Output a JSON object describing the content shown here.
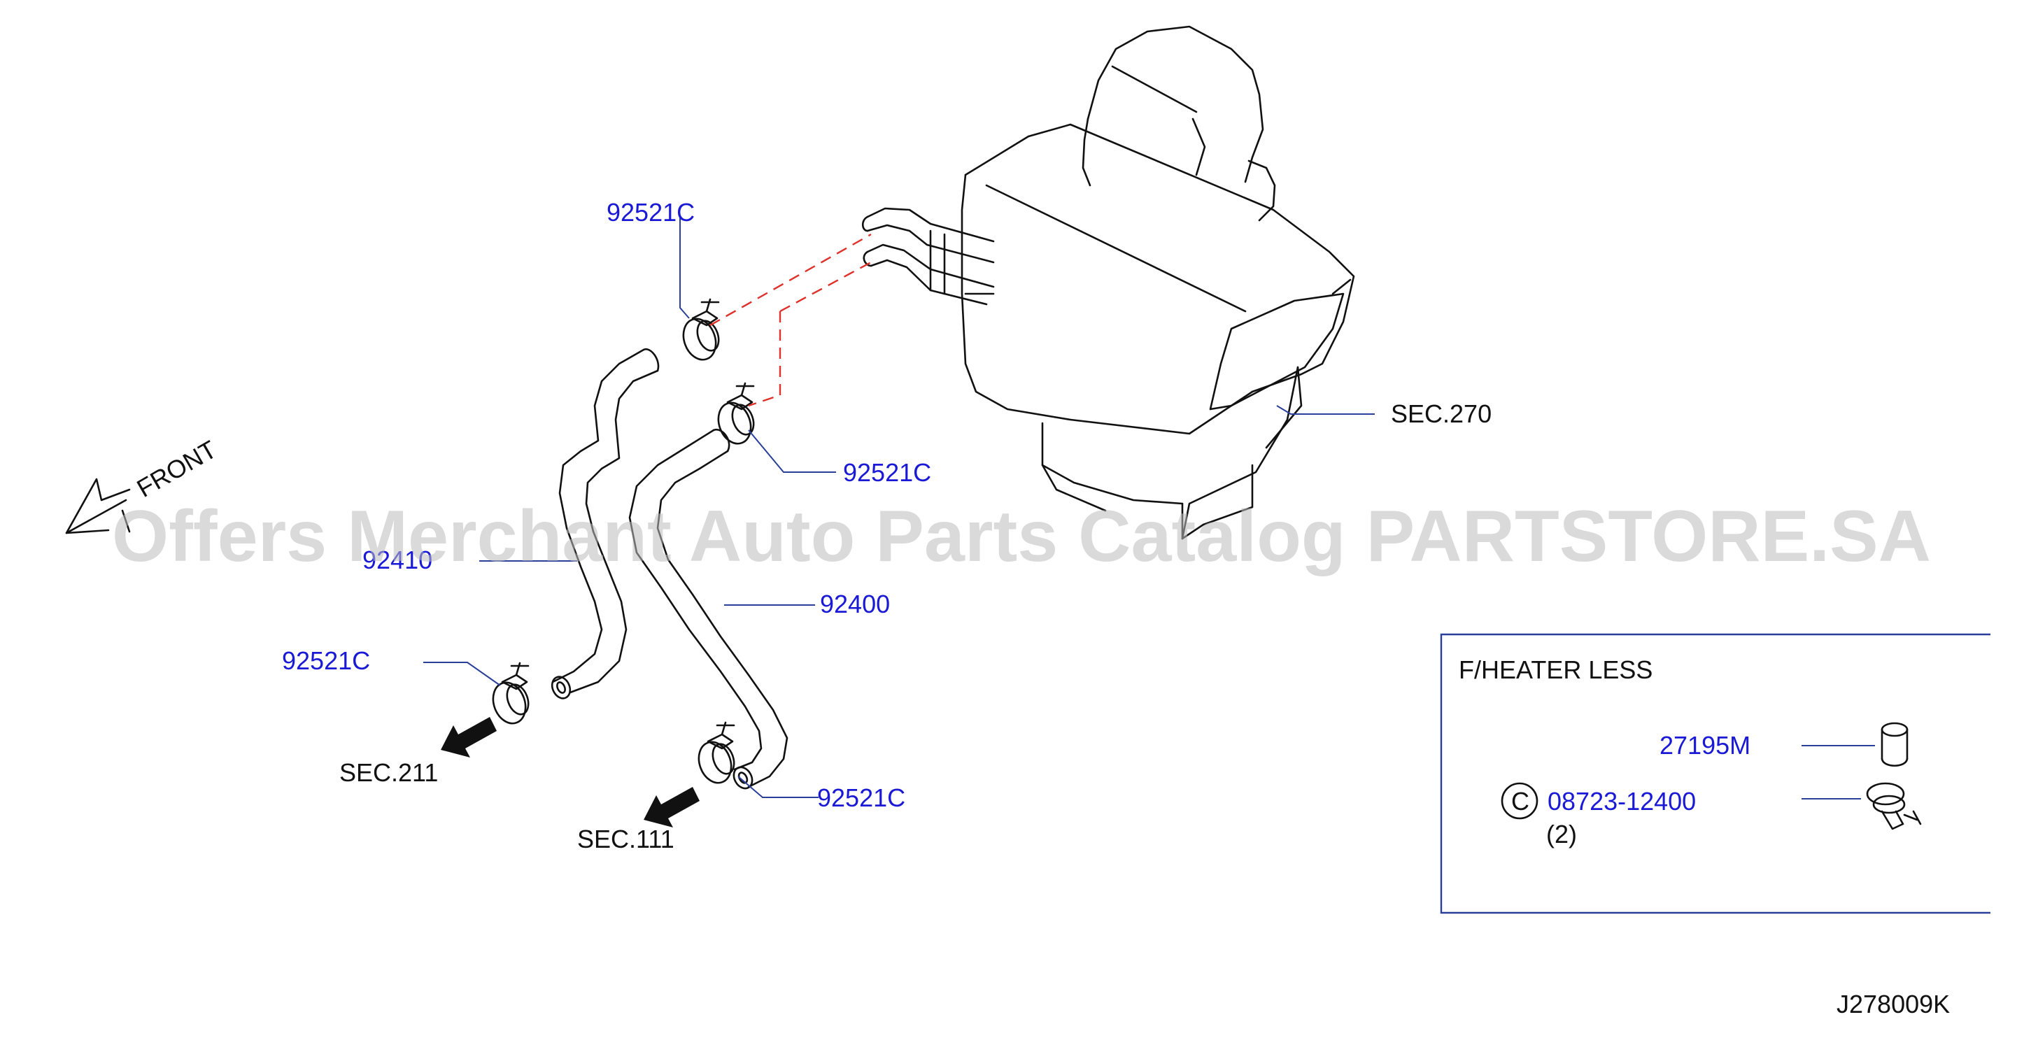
{
  "labels": {
    "clip_top": "92521C",
    "clip_mid": "92521C",
    "clip_left": "92521C",
    "clip_bottom": "92521C",
    "hose_left": "92410",
    "hose_right": "92400",
    "sec_270": "SEC.270",
    "sec_211": "SEC.211",
    "sec_111": "SEC.111",
    "front": "FRONT"
  },
  "inset": {
    "title": "F/HEATER   LESS",
    "part_cap": "27195M",
    "part_clamp": "08723-12400",
    "circle_letter": "C",
    "qty": "(2)"
  },
  "watermark": "Offers Merchant Auto Parts Catalog PARTSTORE.SA",
  "diagram_code": "J278009K",
  "colors": {
    "part_number": "#1a1ad6",
    "leader": "#2a3f9a",
    "dashed_connector": "#e0302a",
    "line_art": "#111111"
  }
}
